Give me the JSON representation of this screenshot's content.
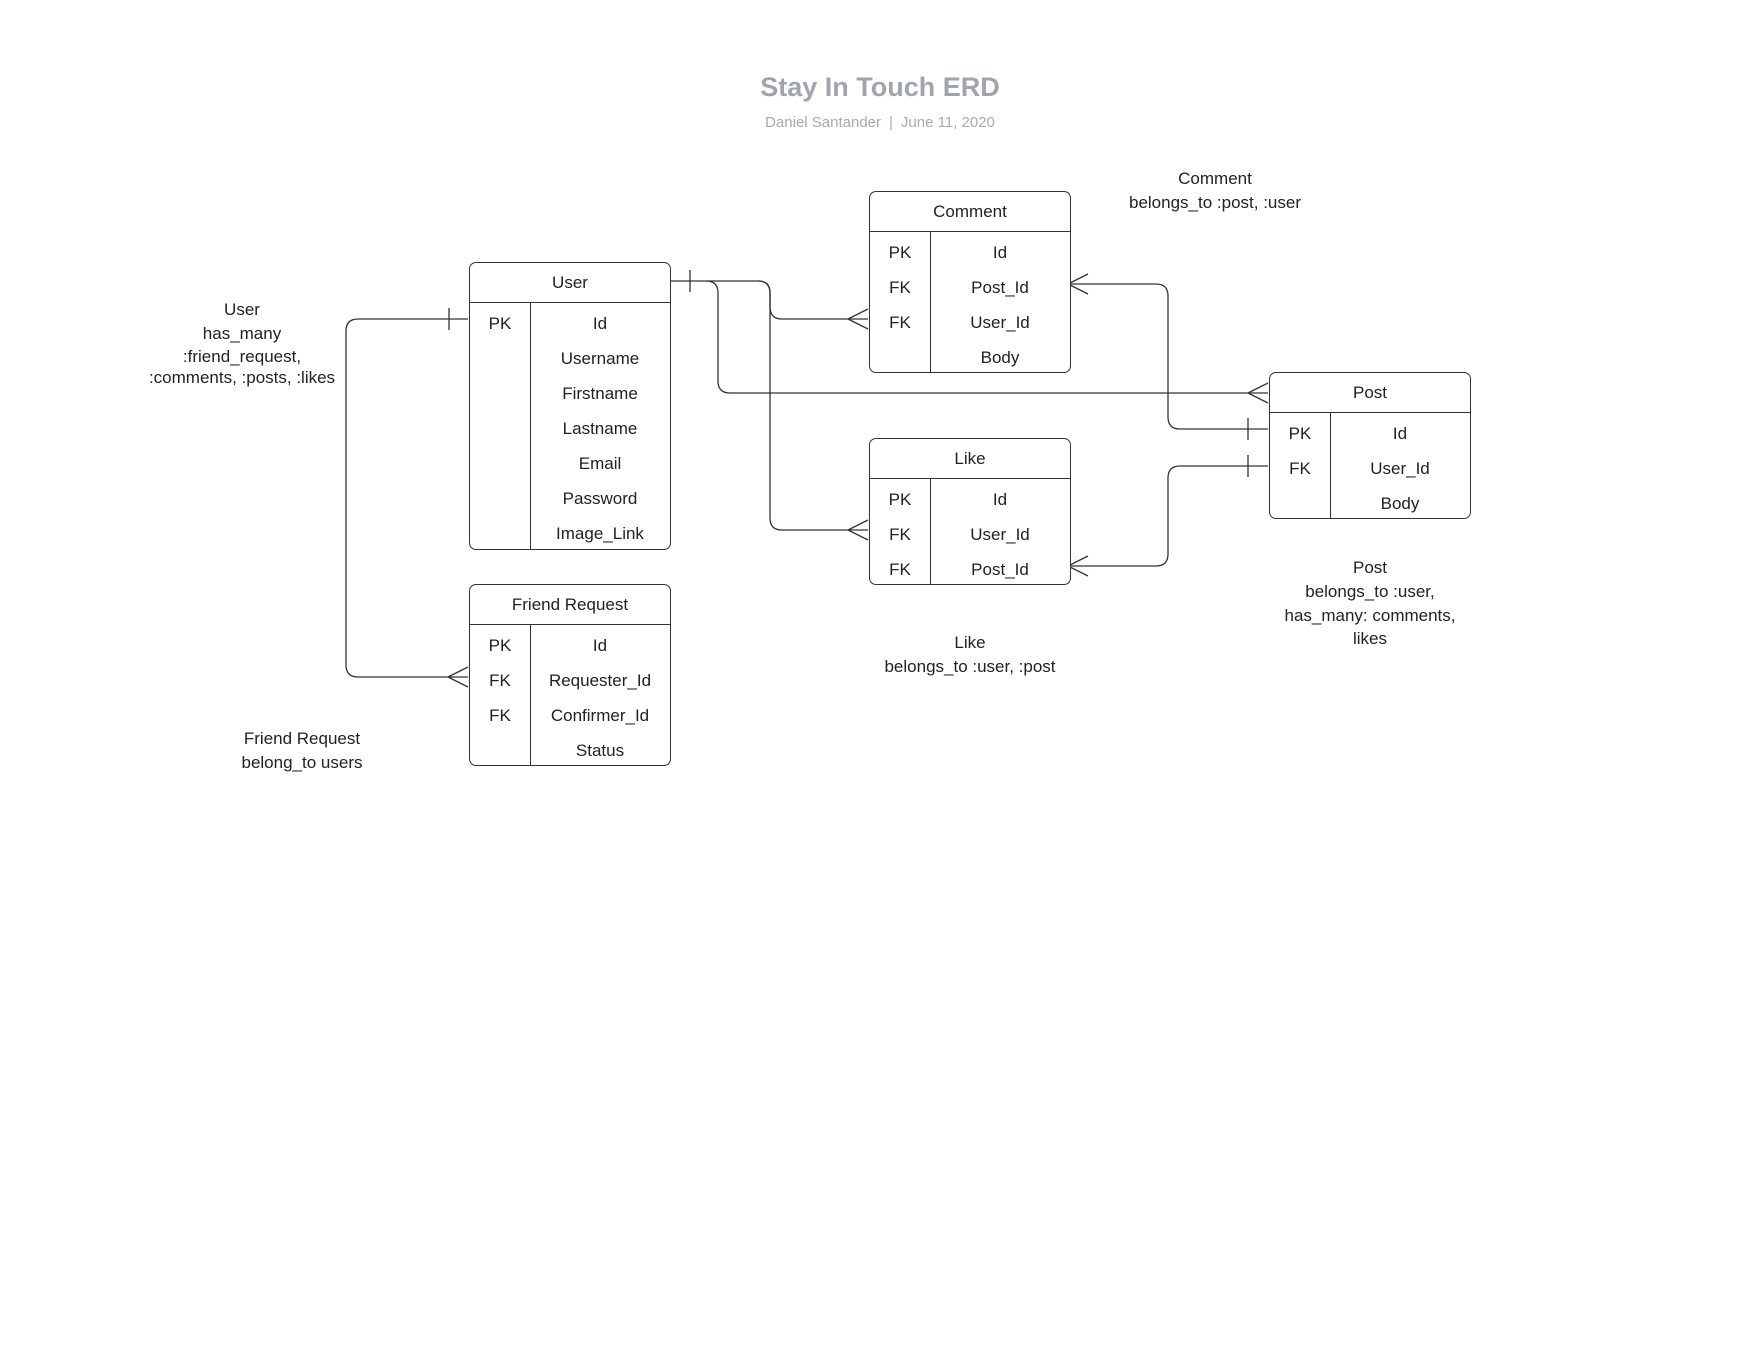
{
  "header": {
    "title": "Stay In Touch ERD",
    "author": "Daniel Santander",
    "separator": "|",
    "date": "June 11, 2020"
  },
  "entities": {
    "user": {
      "name": "User",
      "rows": [
        {
          "key": "PK",
          "attr": "Id"
        },
        {
          "key": "",
          "attr": "Username"
        },
        {
          "key": "",
          "attr": "Firstname"
        },
        {
          "key": "",
          "attr": "Lastname"
        },
        {
          "key": "",
          "attr": "Email"
        },
        {
          "key": "",
          "attr": "Password"
        },
        {
          "key": "",
          "attr": "Image_Link"
        }
      ]
    },
    "friend_request": {
      "name": "Friend Request",
      "rows": [
        {
          "key": "PK",
          "attr": "Id"
        },
        {
          "key": "FK",
          "attr": "Requester_Id"
        },
        {
          "key": "FK",
          "attr": "Confirmer_Id"
        },
        {
          "key": "",
          "attr": "Status"
        }
      ]
    },
    "comment": {
      "name": "Comment",
      "rows": [
        {
          "key": "PK",
          "attr": "Id"
        },
        {
          "key": "FK",
          "attr": "Post_Id"
        },
        {
          "key": "FK",
          "attr": "User_Id"
        },
        {
          "key": "",
          "attr": "Body"
        }
      ]
    },
    "like": {
      "name": "Like",
      "rows": [
        {
          "key": "PK",
          "attr": "Id"
        },
        {
          "key": "FK",
          "attr": "User_Id"
        },
        {
          "key": "FK",
          "attr": "Post_Id"
        }
      ]
    },
    "post": {
      "name": "Post",
      "rows": [
        {
          "key": "PK",
          "attr": "Id"
        },
        {
          "key": "FK",
          "attr": "User_Id"
        },
        {
          "key": "",
          "attr": "Body"
        }
      ]
    }
  },
  "notes": {
    "user": [
      "User",
      "has_many",
      ":friend_request,",
      ":comments, :posts, :likes"
    ],
    "friend_request": [
      "Friend  Request",
      "belong_to users"
    ],
    "comment": [
      "Comment",
      "belongs_to :post, :user"
    ],
    "like": [
      "Like",
      "belongs_to :user, :post"
    ],
    "post": [
      "Post",
      "belongs_to :user,",
      "has_many: comments,",
      "likes"
    ]
  },
  "relationships": [
    {
      "from": "user.Id",
      "to": "friend_request.Requester_Id",
      "cardinality": "one-to-many"
    },
    {
      "from": "user",
      "to": "comment.User_Id",
      "cardinality": "one-to-many"
    },
    {
      "from": "user",
      "to": "like.User_Id",
      "cardinality": "one-to-many"
    },
    {
      "from": "user",
      "to": "post",
      "cardinality": "one-to-many"
    },
    {
      "from": "post.Id",
      "to": "comment.Post_Id",
      "cardinality": "one-to-many"
    },
    {
      "from": "post.User_Id",
      "to": "like.Post_Id",
      "cardinality": "one-to-many"
    }
  ],
  "style": {
    "title_color": "#a0a5ad",
    "line_color": "#333333"
  }
}
